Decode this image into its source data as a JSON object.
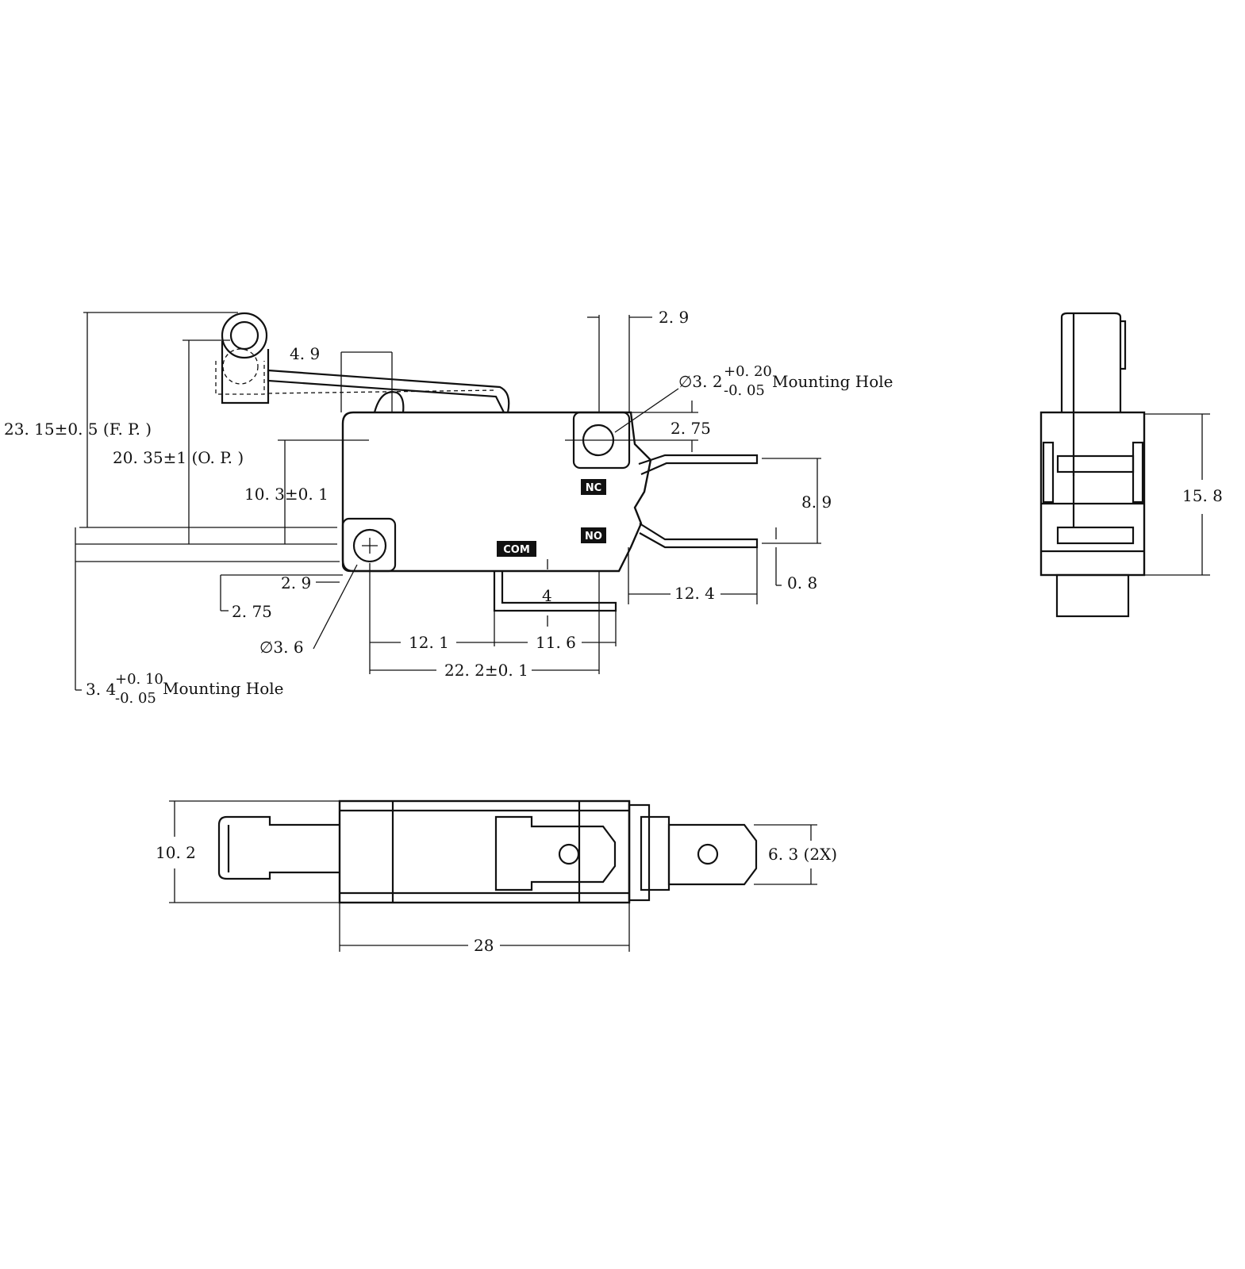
{
  "side_view": {
    "dim_fp": "23. 15±0. 5 (F. P. )",
    "dim_op": "20. 35±1 (O. P. )",
    "dim_10_3": "10. 3±0. 1",
    "dim_4_9": "4. 9",
    "dim_2_9_top": "2. 9",
    "hole_top_main": "∅3. 2",
    "hole_top_plus": "+0. 20",
    "hole_top_minus": "-0. 05",
    "hole_top_label": "Mounting Hole",
    "dim_2_75_top": "2. 75",
    "dim_8_9": "8. 9",
    "dim_0_8": "0. 8",
    "dim_12_4": "12. 4",
    "dim_2_9_bottom": "2. 9",
    "dim_2_75_bottom": "2. 75",
    "dim_4": "4",
    "hole_bottom_dia": "∅3. 6",
    "dim_12_1": "12. 1",
    "dim_11_6": "11. 6",
    "dim_22_2": "22. 2±0. 1",
    "hole_bottom_main": "3. 4",
    "hole_bottom_plus": "+0. 10",
    "hole_bottom_minus": "-0. 05",
    "hole_bottom_label": "Mounting Hole",
    "terminal_nc": "NC",
    "terminal_no": "NO",
    "terminal_com": "COM"
  },
  "end_view": {
    "dim_15_8": "15. 8"
  },
  "top_view": {
    "dim_10_2": "10. 2",
    "dim_6_3": "6. 3 (2X)",
    "dim_28": "28"
  }
}
